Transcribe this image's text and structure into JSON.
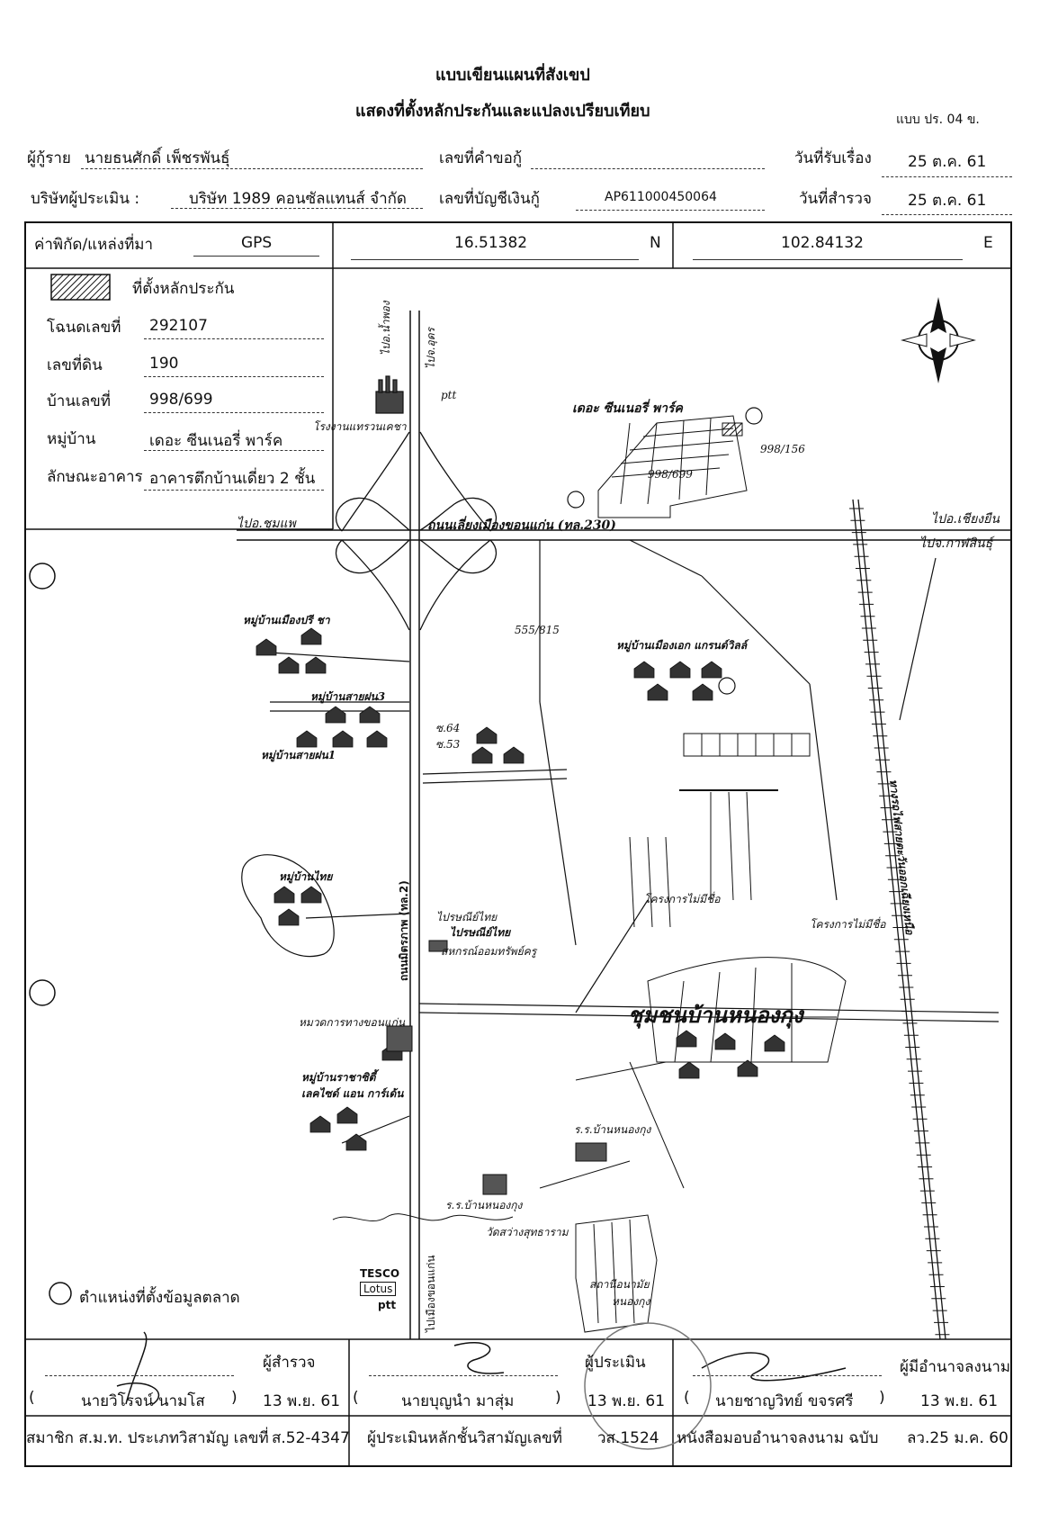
{
  "header": {
    "title1": "แบบเขียนแผนที่สังเขป",
    "title2": "แสดงที่ตั้งหลักประกันและแปลงเปรียบเทียบ",
    "form_code": "แบบ ปร. 04 ข.",
    "borrower_label": "ผู้กู้ราย",
    "borrower_value": "นายธนศักดิ์ เพ็ชรพันธุ์",
    "request_no_label": "เลขที่คำขอกู้",
    "received_label": "วันที่รับเรื่อง",
    "received_value": "25 ต.ค. 61",
    "appraiser_label": "บริษัทผู้ประเมิน :",
    "appraiser_value": "บริษัท 1989 คอนซัลแทนส์ จำกัด",
    "account_label": "เลขที่บัญชีเงินกู้",
    "account_value": "AP611000450064",
    "survey_date_label": "วันที่สำรวจ",
    "survey_date_value": "25 ต.ค. 61"
  },
  "coords": {
    "label": "ค่าพิกัด/แหล่งที่มา",
    "source": "GPS",
    "lat": "16.51382",
    "lat_dir": "N",
    "lon": "102.84132",
    "lon_dir": "E"
  },
  "info": {
    "legend_collateral": "ที่ตั้งหลักประกัน",
    "deed_label": "โฉนดเลขที่",
    "deed_value": "292107",
    "land_no_label": "เลขที่ดิน",
    "land_no_value": "190",
    "house_no_label": "บ้านเลขที่",
    "house_no_value": "998/699",
    "village_label": "หมู่บ้าน",
    "village_value": "เดอะ ซีนเนอรี่ พาร์ค",
    "building_label": "ลักษณะอาคาร",
    "building_value": "อาคารตึกบ้านเดี่ยว 2 ชั้น"
  },
  "map_labels": {
    "to_nam_phong": "ไปอ.น้ำพอง",
    "to_udon": "ไปจ.อุดร",
    "power_plant": "โรงงานแทรวนเคชา",
    "scenery_park": "เดอะ ซีนเนอรี่ พาร์ค",
    "lot_156": "998/156",
    "lot_699": "998/699",
    "bypass_road": "ถนนเลี่ยงเมืองขอนแก่น (ทล.230)",
    "to_chum_phae": "ไปอ.ชุมแพ",
    "to_chiang_yuen": "ไปอ.เชียงยืน",
    "to_kalasin": "ไปจ.กาฬสินธุ์",
    "village_mueang_pri": "หมู่บ้านเมืองปรี ชา",
    "village_sai_fon3": "หมู่บ้านสายฝน3",
    "village_sai_fon1": "หมู่บ้านสายฝน1",
    "village_mueang_ek": "หมู่บ้านเมืองเอก แกรนด์วิลล์",
    "lot_555": "555/815",
    "soi_64": "ซ.64",
    "soi_53": "ซ.53",
    "village_thai": "หมู่บ้านไทย",
    "mittraphap_road": "ถนนมิตรภาพ (ทล.2)",
    "post_office": "ไปรษณีย์ไทย",
    "post_brand": "ไปรษณีย์ไทย",
    "coop": "สหกรณ์ออมทรัพย์ครู",
    "project_unnamed1": "โครงการไม่มีชื่อ",
    "project_unnamed2": "โครงการไม่มีชื่อ",
    "railway": "ทางรถไฟสายตะวันออกเฉียงเหนือ",
    "community": "ชุมชนบ้านหนองกุง",
    "highway_unit": "หมวดการทางขอนแก่น",
    "village_ratchaphruek": "หมู่บ้านราชาซิตี้",
    "lakeside": "เลคไซด์ แอน การ์เด้น",
    "school1": "ร.ร.บ้านหนองกุง",
    "school2": "ร.ร.บ้านหนองกุง",
    "temple": "วัดสว่างสุทธาราม",
    "health": "สถานีอนามัย",
    "nong_kung": "หนองกุง",
    "road_khonkaen": "ไปเมืองขอนแก่น",
    "tesco": "TESCO",
    "lotus": "Lotus",
    "ptt": "ptt",
    "market_legend": "ตำแหน่งที่ตั้งข้อมูลตลาด"
  },
  "footer": {
    "surveyor_role": "ผู้สำรวจ",
    "surveyor_name": "นายวิโรจน์ นามโส",
    "surveyor_date": "13 พ.ย. 61",
    "surveyor_member_label": "สมาชิก ส.ม.ท. ประเภทวิสามัญ เลขที่",
    "surveyor_member_no": "ส.52-4347",
    "appraiser_role": "ผู้ประเมิน",
    "appraiser_name": "นายบุญนำ มาสุ่ม",
    "appraiser_date": "13 พ.ย. 61",
    "appraiser_cert_label": "ผู้ประเมินหลักชั้นวิสามัญเลขที่",
    "appraiser_cert_no": "วส.1524",
    "signer_role": "ผู้มีอำนาจลงนาม",
    "signer_name": "นายชาญวิทย์ ขจรศรี",
    "signer_date": "13 พ.ย. 61",
    "signer_doc_label": "หนังสือมอบอำนาจลงนาม ฉบับ",
    "signer_doc_no": "ลว.25 ม.ค. 60"
  }
}
